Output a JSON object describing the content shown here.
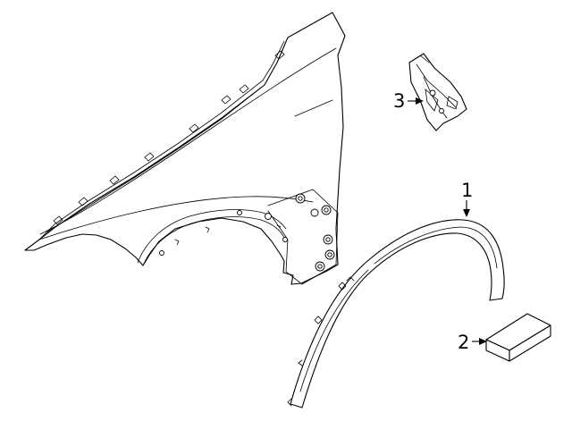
{
  "diagram": {
    "callouts": [
      {
        "id": "callout-1",
        "label": "1",
        "part": "wheel-arch-molding"
      },
      {
        "id": "callout-2",
        "label": "2",
        "part": "adhesive-pad"
      },
      {
        "id": "callout-3",
        "label": "3",
        "part": "fender-bracket"
      }
    ]
  }
}
